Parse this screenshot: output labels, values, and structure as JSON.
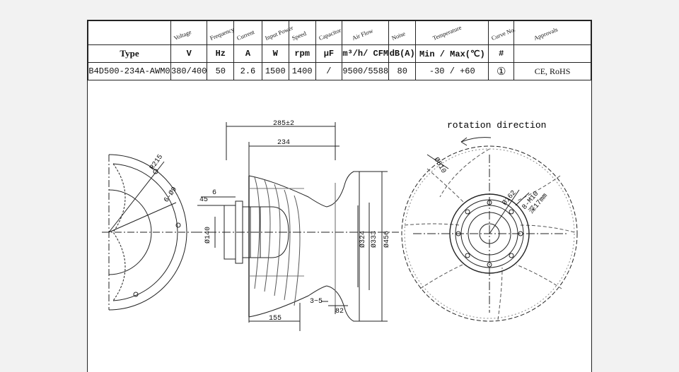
{
  "spec_table": {
    "header_labels": [
      "Voltage",
      "Frequency",
      "Current",
      "Input Power",
      "Speed",
      "Capacitor",
      "Air Flow",
      "Noise",
      "Temperature",
      "Curve No.",
      "Approvals"
    ],
    "units": [
      "Type",
      "V",
      "Hz",
      "A",
      "W",
      "rpm",
      "μF",
      "m³/h/ CFM",
      "dB(A)",
      "Min / Max(℃)",
      "#",
      ""
    ],
    "values": [
      "B4D500-234A-AWM0",
      "380/400",
      "50",
      "2.6",
      "1500",
      "1400",
      "/",
      "9500/5588",
      "80",
      "-30 / +60",
      "①",
      "CE, RoHS"
    ]
  },
  "drawing": {
    "rotation_label": "rotation direction",
    "dims": {
      "overall_length": "285±2",
      "impeller_width": "234",
      "d45": "45",
      "d6": "6",
      "d140": "Ø140",
      "d324": "Ø324",
      "d333": "Ø333",
      "d456": "Ø456",
      "d155": "155",
      "d35": "3~5",
      "d82": "82",
      "r215": "R215",
      "holes_left": "6-Ø9",
      "d510": "Ø510",
      "d162": "Ø162",
      "m10": "8-M10",
      "thread_depth": "深17mm"
    }
  }
}
